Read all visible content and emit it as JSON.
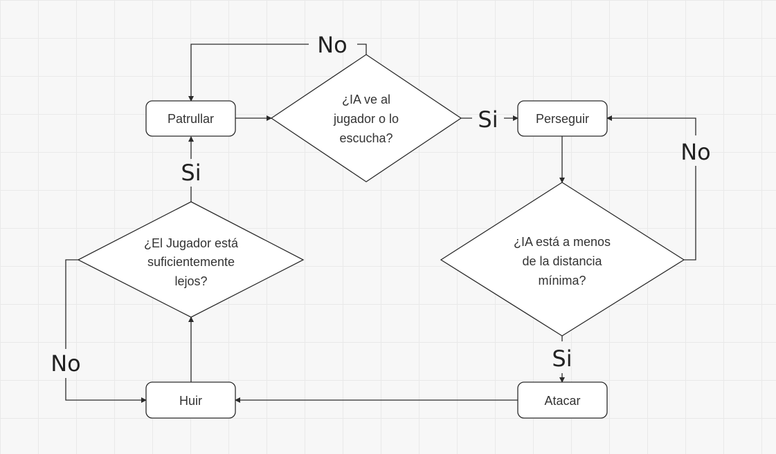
{
  "nodes": {
    "patrullar": "Patrullar",
    "perseguir": "Perseguir",
    "atacar": "Atacar",
    "huir": "Huir",
    "decision_ve": [
      "¿IA ve al",
      "jugador o lo",
      "escucha?"
    ],
    "decision_distancia": [
      "¿IA está a menos",
      "de la distancia",
      "mínima?"
    ],
    "decision_lejos": [
      "¿El Jugador está",
      "suficientemente",
      "lejos?"
    ]
  },
  "edge_labels": {
    "ve_no": "No",
    "ve_si": "Si",
    "distancia_no": "No",
    "distancia_si": "Si",
    "lejos_si": "Si",
    "lejos_no": "No"
  },
  "colors": {
    "background": "#f7f7f7",
    "grid": "#e9e9e9",
    "stroke": "#2b2b2b",
    "node_fill": "#ffffff"
  }
}
